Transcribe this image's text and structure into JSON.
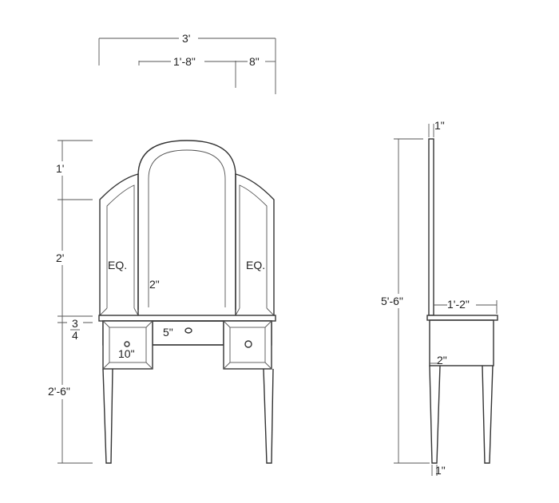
{
  "dimensions": {
    "top_width": "3'",
    "center_width": "1'-8\"",
    "side_width": "8\"",
    "arch_height": "1'",
    "mirror_height": "2'",
    "top_thickness_3": "3",
    "top_thickness_4": "4",
    "table_height": "2'-6\"",
    "frame_width": "2\"",
    "center_drawer_height": "5\"",
    "drawer_width": "10\"",
    "side_mirror_thickness": "1\"",
    "total_height": "5'-6\"",
    "table_depth": "1'-2\"",
    "side_apron": "2\"",
    "leg_bottom": "1\""
  },
  "labels": {
    "eq_left": "EQ.",
    "eq_right": "EQ."
  }
}
